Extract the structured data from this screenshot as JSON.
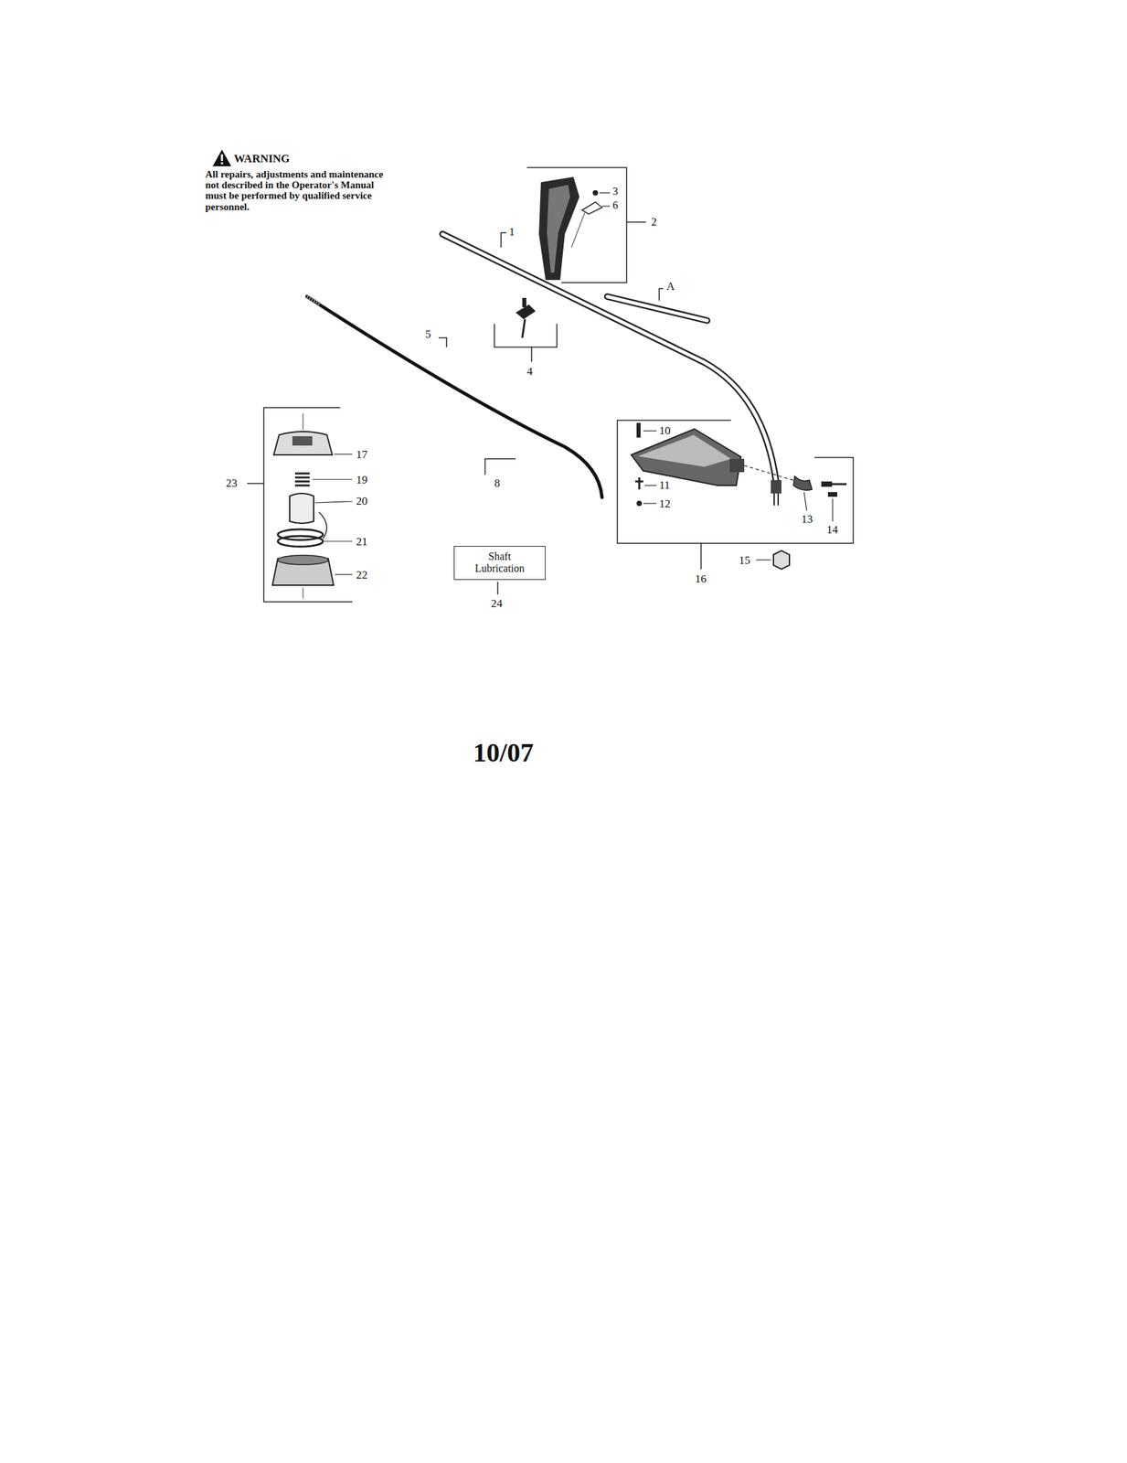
{
  "diagram": {
    "nodes": [
      {
        "text": [
          "Shaft Lubrication"
        ]
      }
    ],
    "labels": [
      "WARNING",
      "All repairs, adjustments and maintenance not described in the Operator's Manual must be performed by qualified service personnel.",
      "1",
      "2",
      "3",
      "6",
      "A",
      "5",
      "4",
      "23",
      "17",
      "19",
      "20",
      "21",
      "22",
      "8",
      "10",
      "11",
      "12",
      "13",
      "14",
      "16",
      "15",
      "24",
      "10/07"
    ]
  }
}
